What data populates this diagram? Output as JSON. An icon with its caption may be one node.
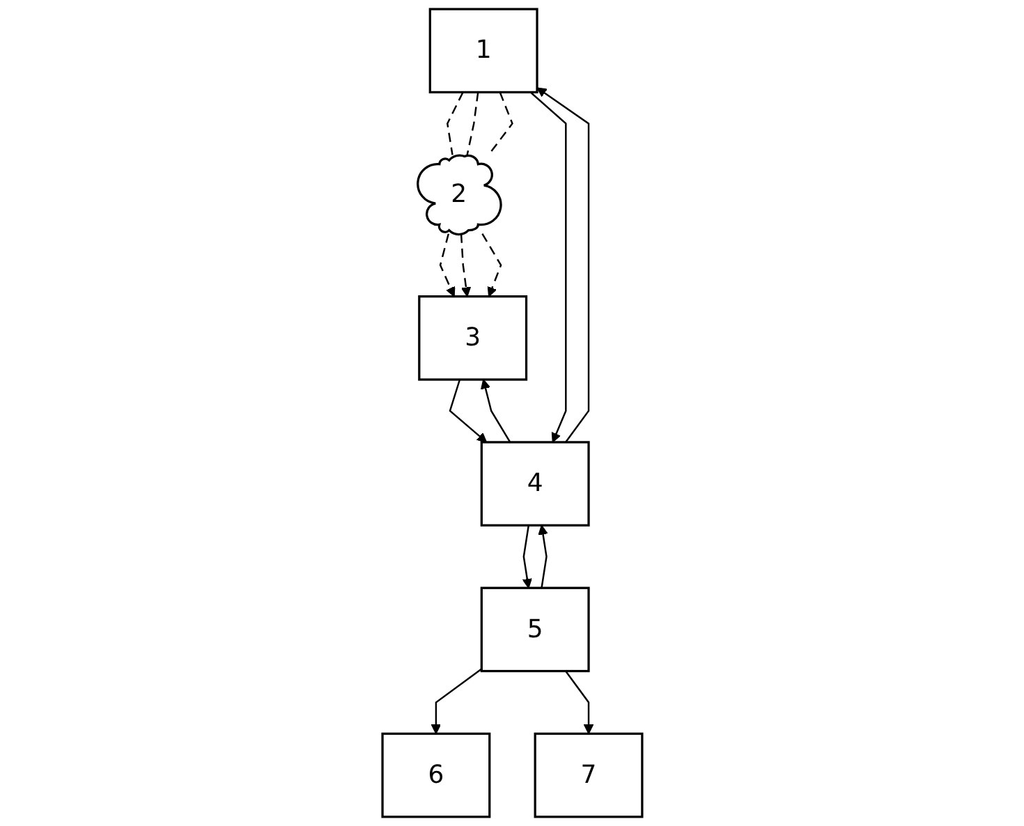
{
  "diagram": {
    "nodes": [
      {
        "text": [
          "1"
        ]
      },
      {
        "text": [
          "2"
        ]
      },
      {
        "text": [
          "3"
        ]
      },
      {
        "text": [
          "4"
        ]
      },
      {
        "text": [
          "5"
        ]
      },
      {
        "text": [
          "6"
        ]
      },
      {
        "text": [
          "7"
        ]
      }
    ],
    "edges": [
      {
        "from": 0,
        "to": 1,
        "arrow": "none",
        "style": "dashed"
      },
      {
        "from": 0,
        "to": 1,
        "arrow": "none",
        "style": "dashed"
      },
      {
        "from": 0,
        "to": 1,
        "arrow": "none",
        "style": "dashed"
      },
      {
        "from": 1,
        "to": 2,
        "arrow": "to",
        "style": "dashed"
      },
      {
        "from": 1,
        "to": 2,
        "arrow": "to",
        "style": "dashed"
      },
      {
        "from": 1,
        "to": 2,
        "arrow": "to",
        "style": "dashed"
      },
      {
        "from": 0,
        "to": 3,
        "arrow": "to"
      },
      {
        "from": 3,
        "to": 0,
        "arrow": "to"
      },
      {
        "from": 3,
        "to": 2,
        "arrow": "to"
      },
      {
        "from": 2,
        "to": 3,
        "arrow": "to"
      },
      {
        "from": 4,
        "to": 3,
        "arrow": "to"
      },
      {
        "from": 3,
        "to": 4,
        "arrow": "to"
      },
      {
        "from": 4,
        "to": 5,
        "arrow": "to"
      },
      {
        "from": 4,
        "to": 6,
        "arrow": "to"
      }
    ]
  }
}
